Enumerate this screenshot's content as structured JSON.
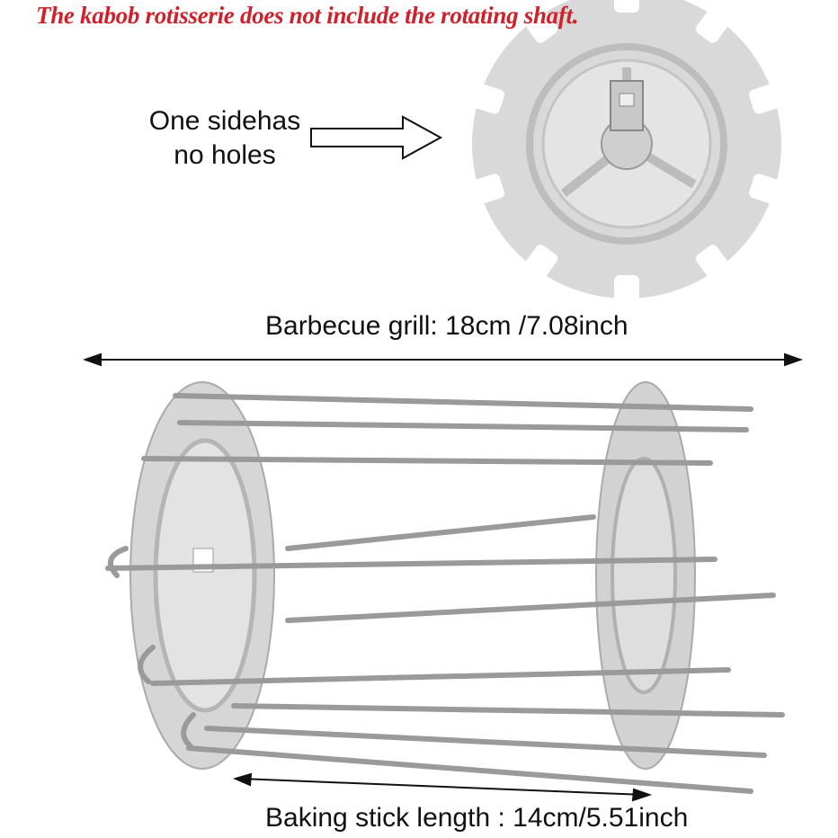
{
  "notice": "The kabob rotisserie does not include the rotating shaft.",
  "side_label": {
    "line1": "One sidehas",
    "line2": "no holes"
  },
  "dimensions": {
    "grill": "Barbecue grill: 18cm /7.08inch",
    "stick": "Baking stick length : 14cm/5.51inch"
  },
  "colors": {
    "notice": "#d0202a",
    "metal": "#d6d6d6"
  }
}
